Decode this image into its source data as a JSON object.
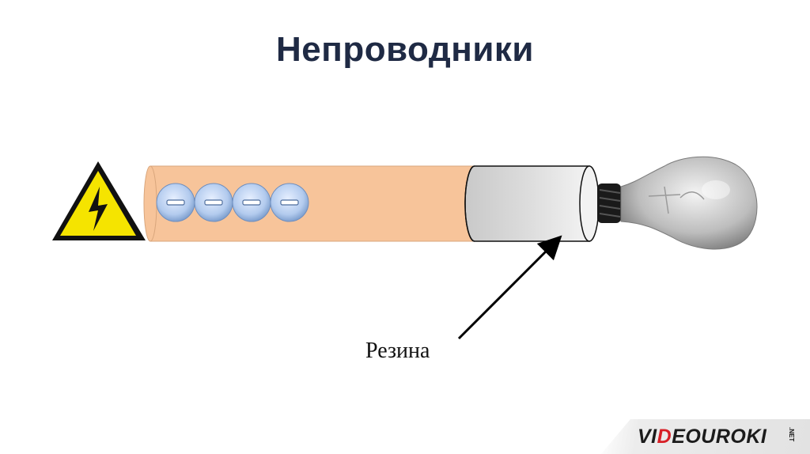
{
  "slide": {
    "title": "Непроводники"
  },
  "diagram": {
    "warning_sign": "high-voltage-warning-icon",
    "charges": [
      "−",
      "−",
      "−",
      "−"
    ],
    "material_label": "Резина",
    "colors": {
      "conductor": "#f7c49a",
      "insulator": "#d6d6d6",
      "warning_yellow": "#f5e400",
      "charge": "#a9c3e8"
    },
    "lamp": "light-bulb-icon"
  },
  "footer": {
    "brand_left": "VI",
    "brand_accent": "D",
    "brand_right": "EOUROKI",
    "brand_suffix": ".NET"
  }
}
